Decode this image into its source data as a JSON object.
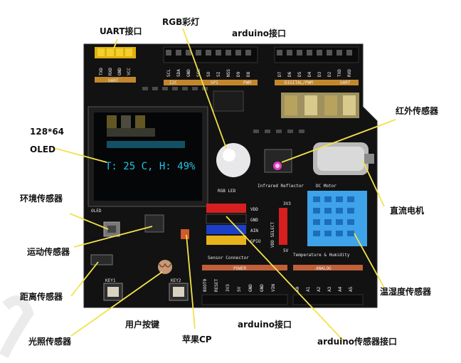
{
  "labels": {
    "uart_header": "UART接口",
    "rgb_led": "RGB彩灯",
    "arduino_top": "arduino接口",
    "oled_res": "128*64",
    "oled": "OLED",
    "infrared": "红外传感器",
    "env_sensor": "环境传感器",
    "motion_sensor": "运动传感器",
    "dc_motor": "直流电机",
    "distance_sensor": "距离传感器",
    "temp_humidity": "温湿度传感器",
    "user_keys": "用户按键",
    "light_sensor": "光照传感器",
    "buzzer": "苹果CP",
    "arduino_bottom": "arduino接口",
    "arduino_sensor_port": "arduino传感器接口"
  },
  "board": {
    "oled_text": "T: 25 C, H: 49%",
    "oled_silk": "OLED",
    "rgb_silk": "RGB LED",
    "ir_silk": "Infrared Reflector",
    "motor_silk": "DC Motor",
    "sensor_connector": "Sensor Connector",
    "temp_silk": "Temperature & Humidity",
    "power_silk": "POWER",
    "analog_silk": "ANALOG",
    "key1": "KEY1",
    "key2": "KEY2",
    "uart_silk": "UART",
    "i2c_silk": "I2C",
    "spi_silk": "SPI",
    "pwm_silk": "PWM",
    "digital_silk": "DIGITAL/PWM",
    "uart2_silk": "UART",
    "vdd_select": "VDD SELECT",
    "uart_pins": [
      "TXD",
      "RXD",
      "GND",
      "VCC"
    ],
    "top_pins_left": [
      "SCL",
      "SDA",
      "GND",
      "SCK",
      "SO",
      "SI",
      "NSS",
      "D9",
      "D8"
    ],
    "top_pins_right": [
      "D7",
      "D6",
      "D5",
      "D4",
      "D3",
      "D2",
      "TXD",
      "RXD"
    ],
    "conn_pins": [
      "VDD",
      "GND",
      "AIN",
      "GPIO"
    ],
    "power_pins": [
      "BOOT0",
      "RESET",
      "3V3",
      "5V",
      "GND",
      "GND",
      "VIN"
    ],
    "analog_pins": [
      "A0",
      "A1",
      "A2",
      "A3",
      "A4",
      "A5"
    ],
    "vsel": [
      "3V3",
      "5V"
    ]
  },
  "colors": {
    "board": "#121212",
    "oled_text": "#21c4e6",
    "silk": "#e8e8e8",
    "header_yellow": "#f2c21a",
    "connector_red": "#d62020",
    "connector_blue": "#1d3fc8",
    "dht_blue": "#3ea3e8",
    "power_band": "#c0603a",
    "leader": "#f2e24a"
  }
}
